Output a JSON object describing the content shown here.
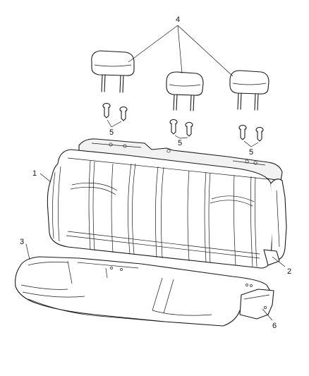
{
  "diagram": {
    "callouts": {
      "c1": "1",
      "c2": "2",
      "c3": "3",
      "c4": "4",
      "c5a": "5",
      "c5b": "5",
      "c5c": "5",
      "c6": "6"
    }
  }
}
